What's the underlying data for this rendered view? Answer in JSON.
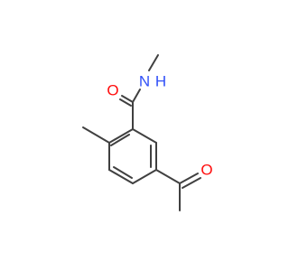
{
  "molecule": {
    "atoms": {
      "carbonyl_oxygen_amide": {
        "symbol": "O",
        "color": "#ff0d0d"
      },
      "amide_nitrogen": {
        "symbol": "N",
        "color": "#3050f8"
      },
      "amide_hydrogen": {
        "symbol": "H",
        "color": "#3050f8"
      },
      "ketone_oxygen": {
        "symbol": "O",
        "color": "#ff0d0d"
      }
    },
    "bond_color": "#404040"
  }
}
